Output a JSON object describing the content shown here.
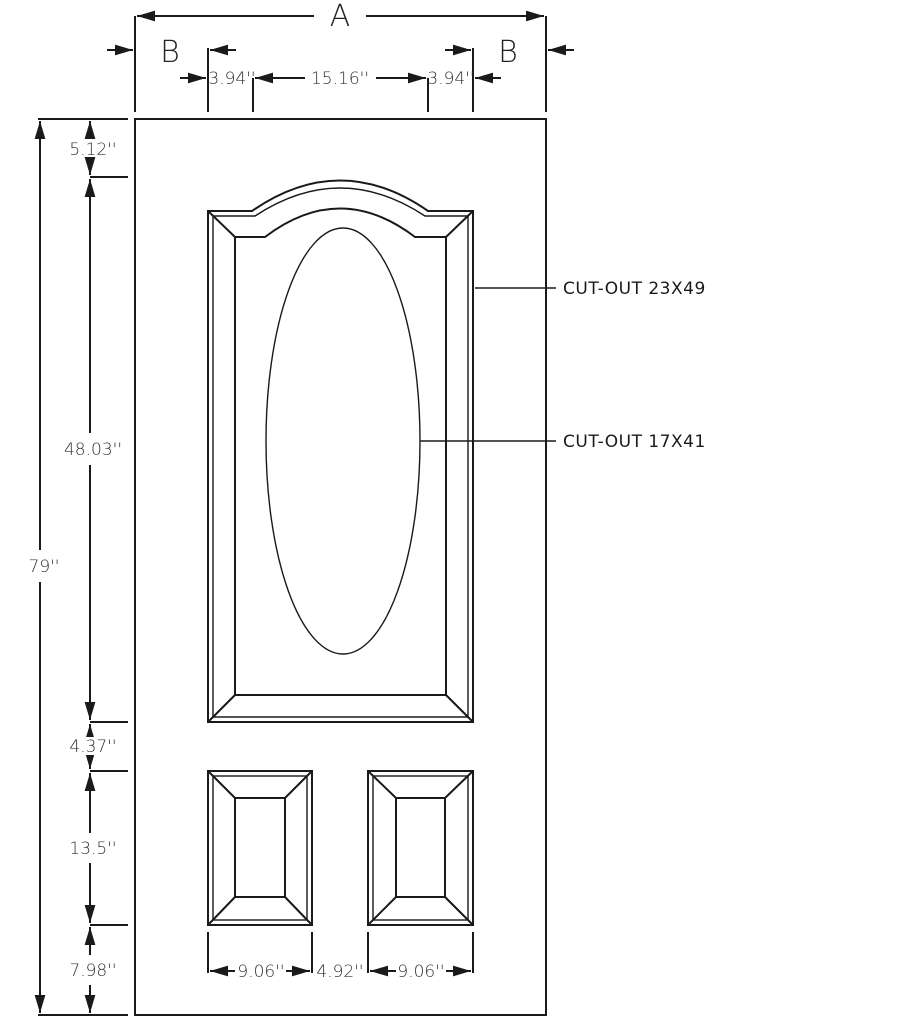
{
  "drawing": {
    "overall_width_label": "A",
    "stile_label_left": "B",
    "stile_label_right": "B",
    "top_dims": {
      "left_margin": "3.94''",
      "center": "15.16''",
      "right_margin": "3.94''"
    },
    "vertical_dims": {
      "total_height": "79''",
      "top_rail": "5.12''",
      "upper_panel": "48.03''",
      "mid_rail": "4.37''",
      "lower_panel": "13.5''",
      "bottom_rail": "7.98''"
    },
    "bottom_dims": {
      "left_panel_width": "9.06''",
      "gap": "4.92''",
      "right_panel_width": "9.06''"
    },
    "callouts": {
      "outer_cutout": "CUT-OUT 23X49",
      "inner_cutout": "CUT-OUT 17X41"
    },
    "colors": {
      "line": "#1a1a1a",
      "background": "#ffffff"
    }
  }
}
